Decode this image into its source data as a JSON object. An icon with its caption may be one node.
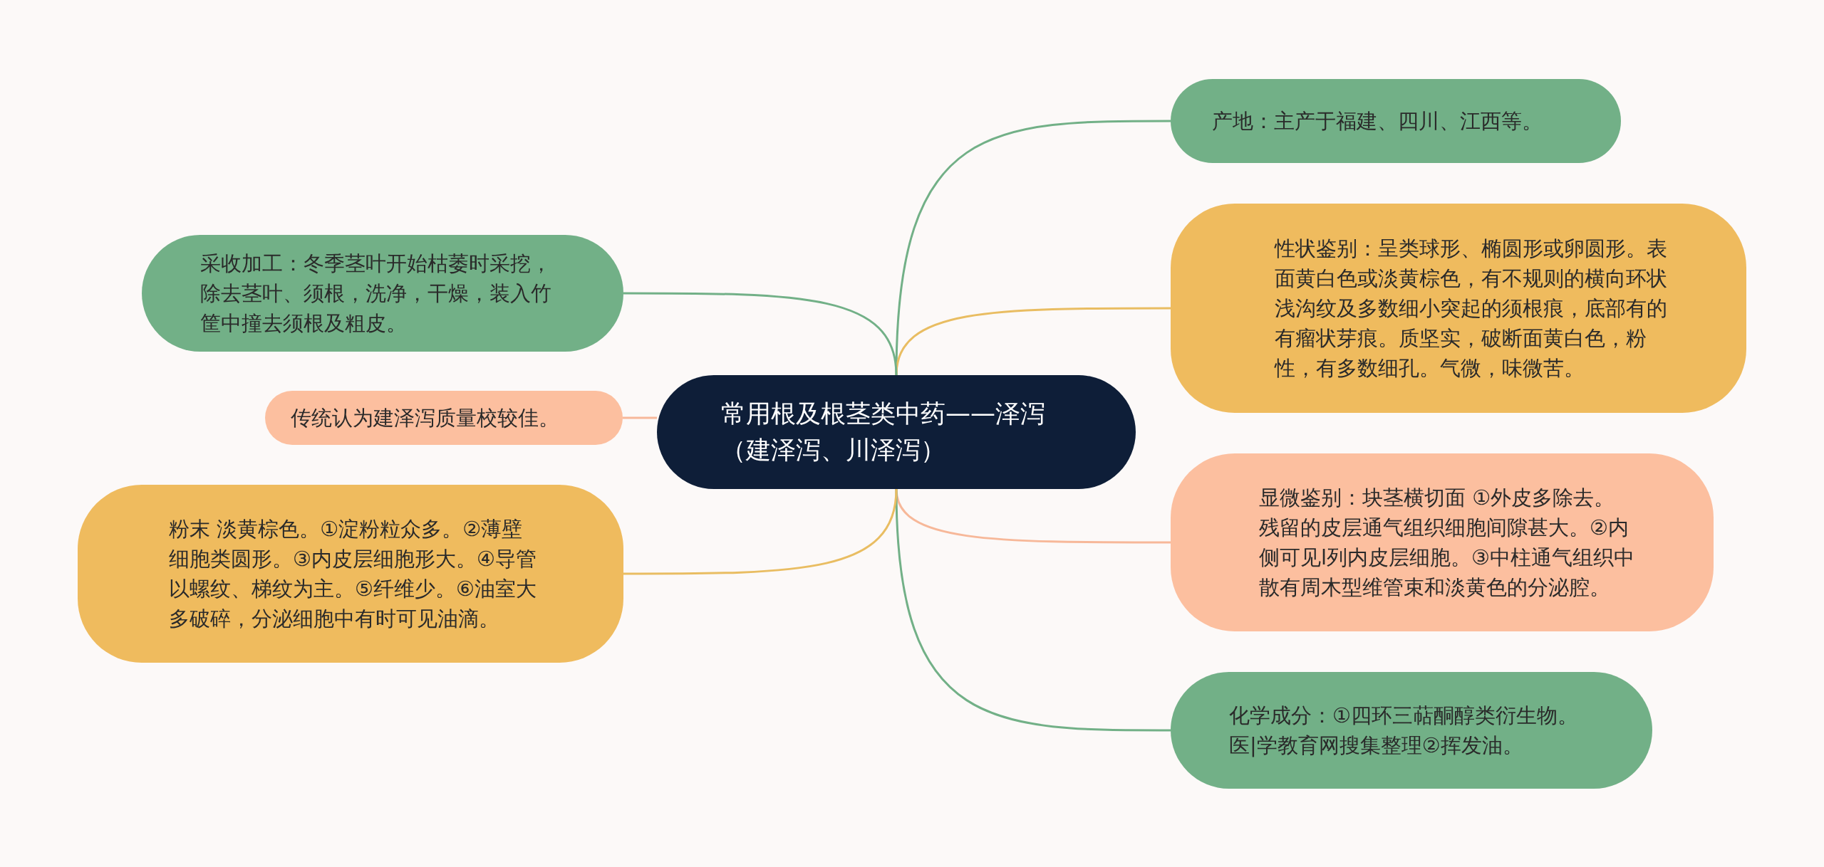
{
  "diagram": {
    "nodes": [
      {
        "text": [
          "常用根及根茎类中药——泽泻（建泽泻、川泽泻）"
        ]
      },
      {
        "text": [
          "产地：主产于福建、四川、江西等。"
        ]
      },
      {
        "text": [
          "性状鉴别：呈类球形、椭圆形或卵圆形。表面黄白色或淡黄棕色，有不规则的横向环状浅沟纹及多数细小突起的须根痕，底部有的有瘤状芽痕。质坚实，破断面黄白色，粉性，有多数细孔。气微，味微苦。"
        ]
      },
      {
        "text": [
          "显微鉴别：块茎横切面 ①外皮多除去。残留的皮层通气组织细胞间隙甚大。②内侧可见l列内皮层细胞。③中柱通气组织中散有周木型维管束和淡黄色的分泌腔。"
        ]
      },
      {
        "text": [
          "化学成分：①四环三萜酮醇类衍生物。医|学教育网搜集整理②挥发油。"
        ]
      },
      {
        "text": [
          "采收加工：冬季茎叶开始枯萎时采挖，除去茎叶、须根，洗净，干燥，装入竹筐中撞去须根及粗皮。"
        ]
      },
      {
        "text": [
          "传统认为建泽泻质量校较佳。"
        ]
      },
      {
        "text": [
          "粉末 淡黄棕色。①淀粉粒众多。②薄壁细胞类圆形。③内皮层细胞形大。④导管以螺纹、梯纹为主。⑤纤维少。⑥油室大多破碎，分泌细胞中有时可见油滴。"
        ]
      }
    ],
    "edges": [
      {
        "from": 0,
        "to": 1,
        "arrow": "none"
      },
      {
        "from": 0,
        "to": 2,
        "arrow": "none",
        "color": "#e9bd62"
      },
      {
        "from": 0,
        "to": 3,
        "arrow": "none",
        "color": "#f7b899"
      },
      {
        "from": 0,
        "to": 4,
        "arrow": "none"
      },
      {
        "from": 0,
        "to": 5,
        "arrow": "none"
      },
      {
        "from": 0,
        "to": 6,
        "arrow": "none",
        "color": "#f7b899"
      },
      {
        "from": 0,
        "to": 7,
        "arrow": "none",
        "color": "#e9bd62"
      }
    ]
  }
}
